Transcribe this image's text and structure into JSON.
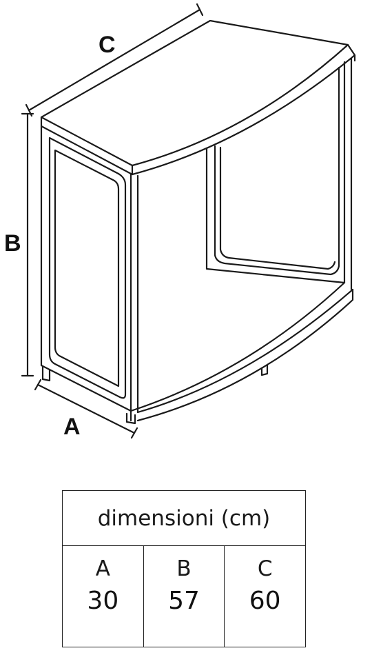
{
  "drawing": {
    "labels": {
      "a": "A",
      "b": "B",
      "c": "C"
    },
    "line_color": "#1a1a1a"
  },
  "table": {
    "title": "dimensioni (cm)",
    "columns": [
      {
        "letter": "A",
        "value": "30"
      },
      {
        "letter": "B",
        "value": "57"
      },
      {
        "letter": "C",
        "value": "60"
      }
    ]
  }
}
